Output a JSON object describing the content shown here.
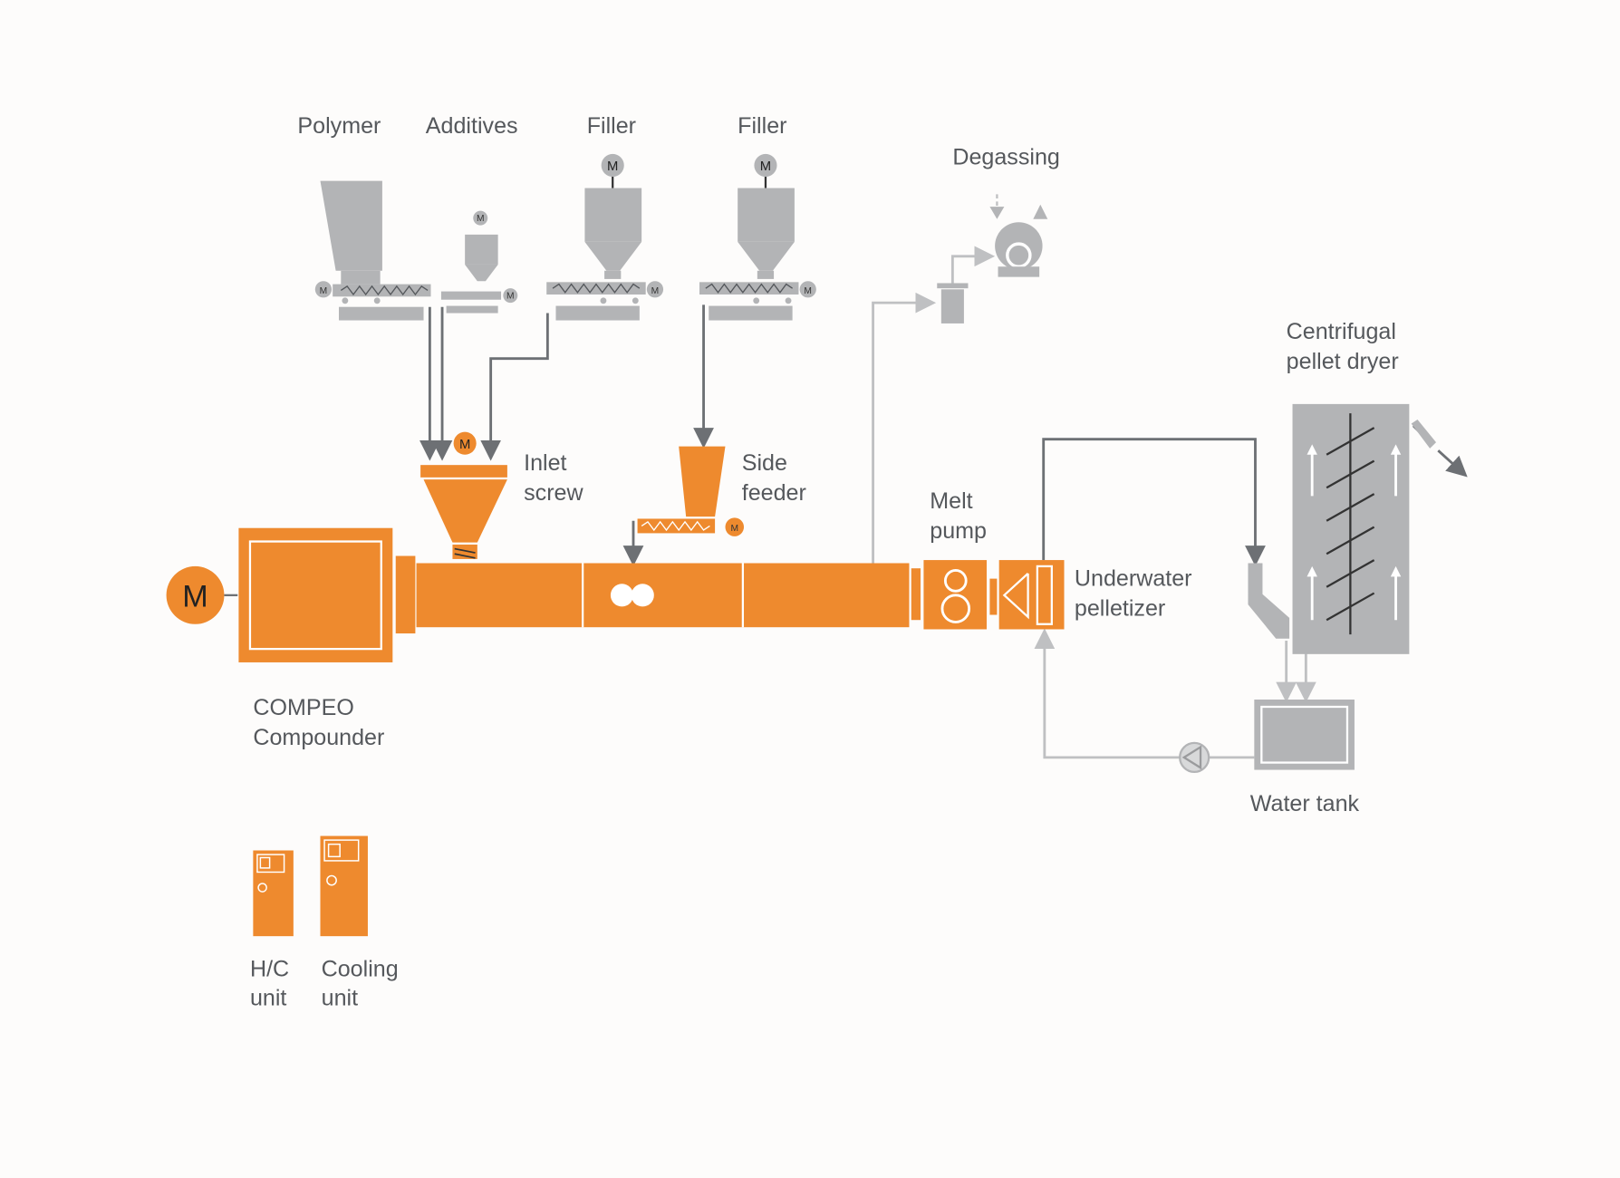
{
  "colors": {
    "orange": "#ee8a2e",
    "gray": "#b3b4b6",
    "line_dark": "#6d7074",
    "line_light": "#bfc0c2",
    "background": "#fdfcfb"
  },
  "labels": {
    "polymer": "Polymer",
    "additives": "Additives",
    "filler1": "Filler",
    "filler2": "Filler",
    "degassing": "Degassing",
    "dryer_1": "Centrifugal",
    "dryer_2": "pellet dryer",
    "inlet_1": "Inlet",
    "inlet_2": "screw",
    "side_1": "Side",
    "side_2": "feeder",
    "melt_1": "Melt",
    "melt_2": "pump",
    "uw_1": "Underwater",
    "uw_2": "pelletizer",
    "compeo_1": "COMPEO",
    "compeo_2": "Compounder",
    "water_tank": "Water tank",
    "hc_1": "H/C",
    "hc_2": "unit",
    "cool_1": "Cooling",
    "cool_2": "unit"
  },
  "motor_label": "M"
}
